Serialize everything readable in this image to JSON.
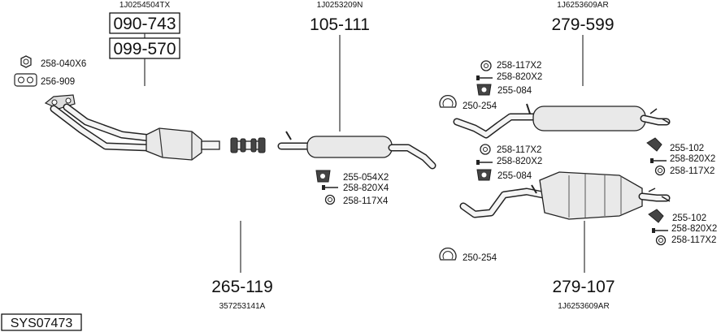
{
  "codes": {
    "oe_top_left": "1J0254504TX",
    "oe_top_mid": "1J0253209N",
    "oe_top_right": "1J6253609AR",
    "oe_bottom_mid": "357253141A",
    "oe_bottom_right": "1J6253609AR",
    "system_id": "SYS07473"
  },
  "main_parts": {
    "catalyst_a": "090-743",
    "catalyst_b": "099-570",
    "middle_silencer": "105-111",
    "rear_silencer_top": "279-599",
    "front_pipe": "265-119",
    "rear_silencer_bottom": "279-107"
  },
  "accessories": {
    "nut": "258-040X6",
    "gasket": "256-909",
    "clamp_mid": "255-054X2",
    "bolt_mid": "258-820X4",
    "ring_mid": "258-117X4",
    "ring_tr": "258-117X2",
    "bolt_tr": "258-820X2",
    "clamp_tr": "255-084",
    "band_tr": "250-254",
    "hanger_tr": "255-102",
    "bolt_tr2": "258-820X2",
    "ring_tr2": "258-117X2",
    "ring_br": "258-117X2",
    "bolt_br": "258-820X2",
    "clamp_br": "255-084",
    "band_br": "250-254",
    "hanger_br": "255-102",
    "bolt_br2": "258-820X2",
    "ring_br2": "258-117X2"
  }
}
